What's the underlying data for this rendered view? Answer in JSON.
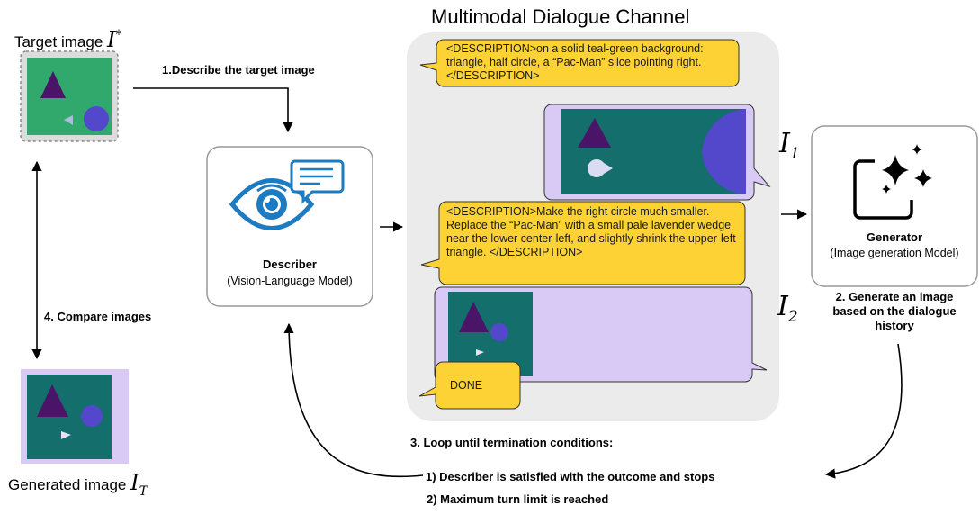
{
  "channel_title": "Multimodal Dialogue Channel",
  "target": {
    "label": "Target image",
    "symbol": "I",
    "sup": "*"
  },
  "generated": {
    "label": "Generated image",
    "symbol": "I",
    "sub": "T"
  },
  "describer": {
    "name": "Describer",
    "model": "(Vision-Language Model)"
  },
  "generator": {
    "name": "Generator",
    "model": "(Image generation Model)"
  },
  "steps": {
    "step1": "1.Describe the target image",
    "step2": [
      "2. Generate an image",
      "based on the dialogue",
      "history"
    ],
    "step3": "3. Loop until termination conditions:",
    "cond1": "1) Describer is satisfied with the outcome and stops",
    "cond2": "2) Maximum turn limit is reached",
    "step4": "4. Compare images"
  },
  "messages": {
    "desc1": "<DESCRIPTION>on a solid teal-green background: triangle, half circle, a “Pac-Man” slice pointing right. </DESCRIPTION>",
    "desc2": "<DESCRIPTION>Make the right circle much smaller. Replace the “Pac-Man” with a small pale lavender wedge near the lower center-left, and slightly shrink the upper-left triangle. </DESCRIPTION>",
    "done": "DONE"
  },
  "image_labels": {
    "i1": {
      "symbol": "I",
      "sub": "1"
    },
    "i2": {
      "symbol": "I",
      "sub": "2"
    }
  },
  "colors": {
    "channel_bg": "#ebebeb",
    "yellow": "#fdd235",
    "lavender": "#d9c9f5",
    "teal_target": "#31a86c",
    "teal_gen": "#136e6c",
    "purple_dark": "#4a1468",
    "blue_circle": "#5348cc",
    "eye_blue": "#1d7bc2"
  }
}
